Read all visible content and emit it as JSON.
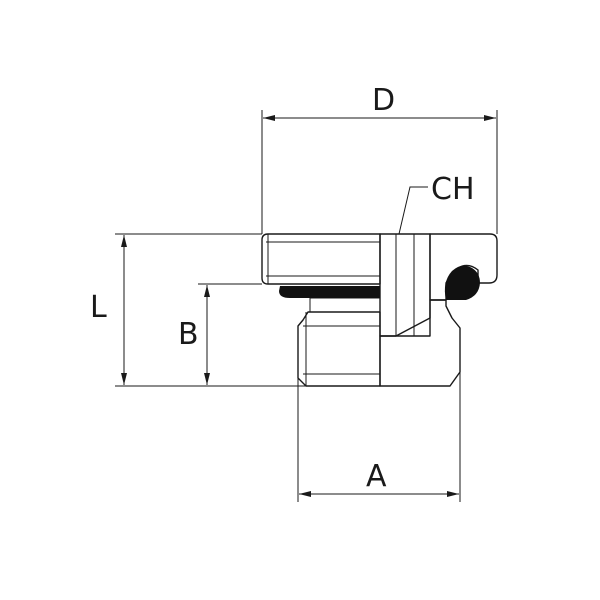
{
  "drawing": {
    "dimensions": {
      "D": "D",
      "CH": "CH",
      "L": "L",
      "B": "B",
      "A": "A"
    },
    "colors": {
      "line": "#1a1a1a",
      "seal": "#111111",
      "background": "#ffffff"
    }
  }
}
